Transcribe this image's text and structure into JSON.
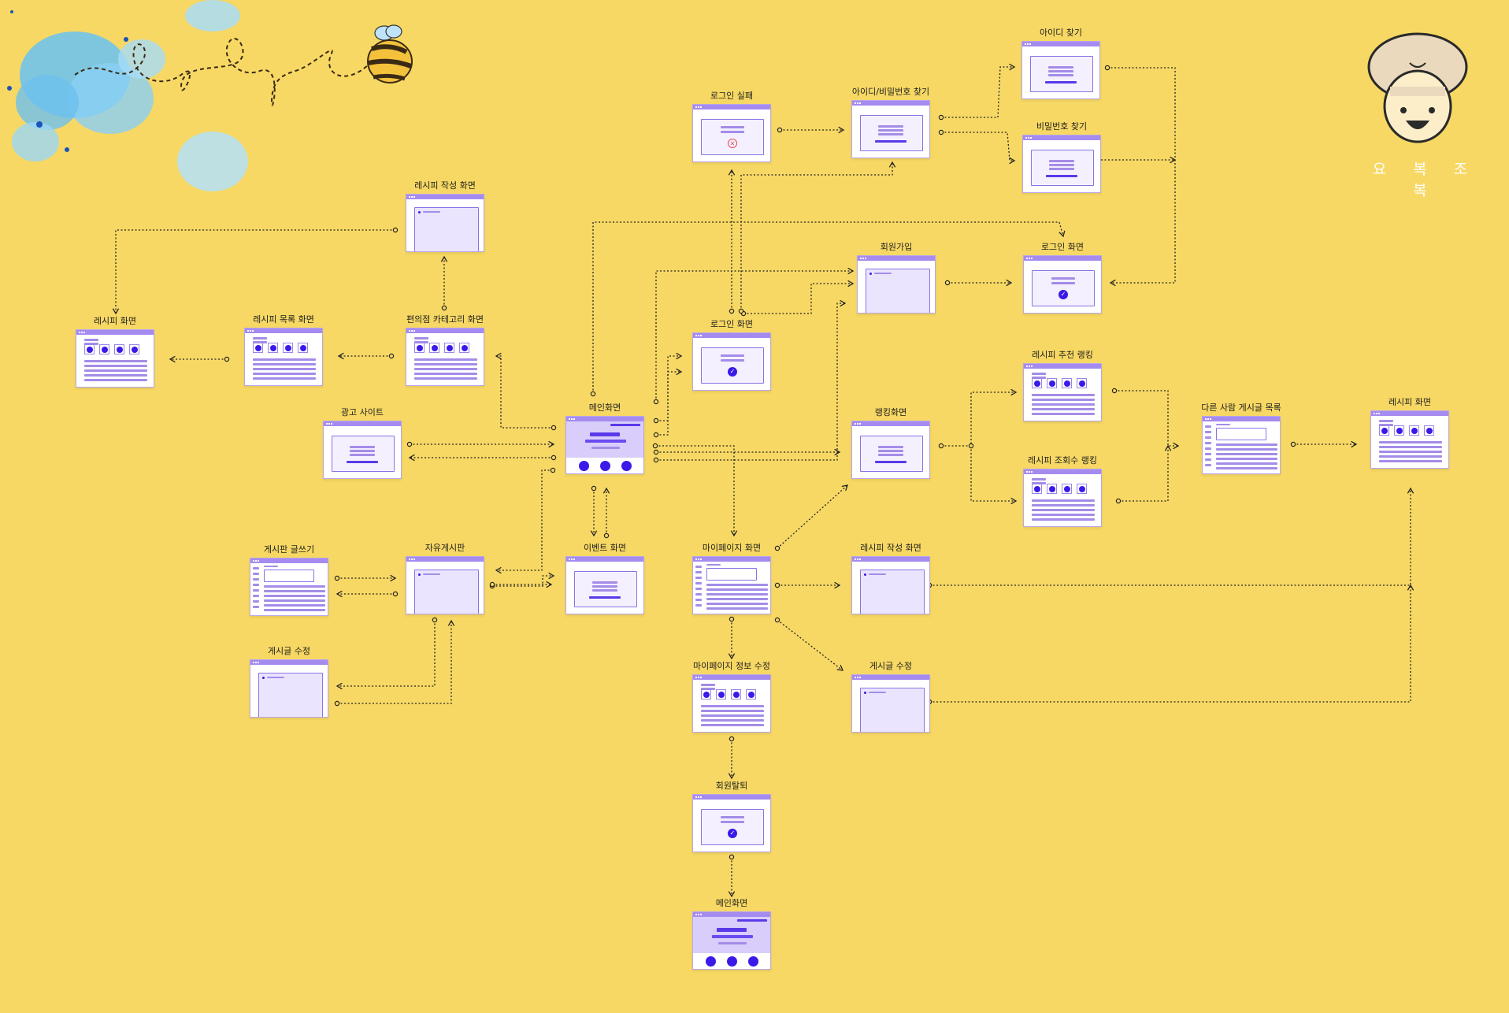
{
  "brand": {
    "title": "요 복 조 복"
  },
  "colors": {
    "background": "#f7d864",
    "card_accent": "#a58bf0",
    "ink": "#3a1ae8"
  },
  "nodes": [
    {
      "id": "ad-site",
      "label": "광고 사이트",
      "type": "panel"
    },
    {
      "id": "main",
      "label": "메인화면",
      "type": "main"
    },
    {
      "id": "login-fail",
      "label": "로그인 실패",
      "type": "fail"
    },
    {
      "id": "find-idpw",
      "label": "아이디/비밀번호 찾기",
      "type": "panel"
    },
    {
      "id": "find-id",
      "label": "아이디 찾기",
      "type": "panel"
    },
    {
      "id": "find-pw",
      "label": "비밀번호 찾기",
      "type": "panel"
    },
    {
      "id": "signup",
      "label": "회원가입",
      "type": "form"
    },
    {
      "id": "login-screen",
      "label": "로그인 화면",
      "type": "check"
    },
    {
      "id": "login-screen-2",
      "label": "로그인 화면",
      "type": "check"
    },
    {
      "id": "recipe-write-top",
      "label": "레시피 작성 화면",
      "type": "form"
    },
    {
      "id": "recipe-screen-left",
      "label": "레시피 화면",
      "type": "grid"
    },
    {
      "id": "recipe-list",
      "label": "레시피 목록 화면",
      "type": "grid"
    },
    {
      "id": "store-category",
      "label": "편의점 카테고리 화면",
      "type": "grid"
    },
    {
      "id": "ranking",
      "label": "랭킹화면",
      "type": "panel"
    },
    {
      "id": "rec-ranking",
      "label": "레시피 추천 랭킹",
      "type": "grid"
    },
    {
      "id": "view-ranking",
      "label": "레시피 조회수 랭킹",
      "type": "grid"
    },
    {
      "id": "others-list",
      "label": "다른 사람 게시글 목록",
      "type": "sidelist"
    },
    {
      "id": "recipe-screen-right",
      "label": "레시피 화면",
      "type": "grid"
    },
    {
      "id": "board-write",
      "label": "게시판 글쓰기",
      "type": "sidelist"
    },
    {
      "id": "free-board",
      "label": "자유게시판",
      "type": "form"
    },
    {
      "id": "event",
      "label": "이벤트 화면",
      "type": "panel"
    },
    {
      "id": "mypage",
      "label": "마이페이지 화면",
      "type": "sidelist"
    },
    {
      "id": "recipe-write-mid",
      "label": "레시피 작성 화면",
      "type": "form"
    },
    {
      "id": "post-edit-left",
      "label": "게시글 수정",
      "type": "form"
    },
    {
      "id": "mypage-edit",
      "label": "마이페이지 정보 수정",
      "type": "grid"
    },
    {
      "id": "post-edit-right",
      "label": "게시글 수정",
      "type": "form"
    },
    {
      "id": "withdraw",
      "label": "회원탈퇴",
      "type": "check"
    },
    {
      "id": "main-bottom",
      "label": "메인화면",
      "type": "main"
    }
  ]
}
